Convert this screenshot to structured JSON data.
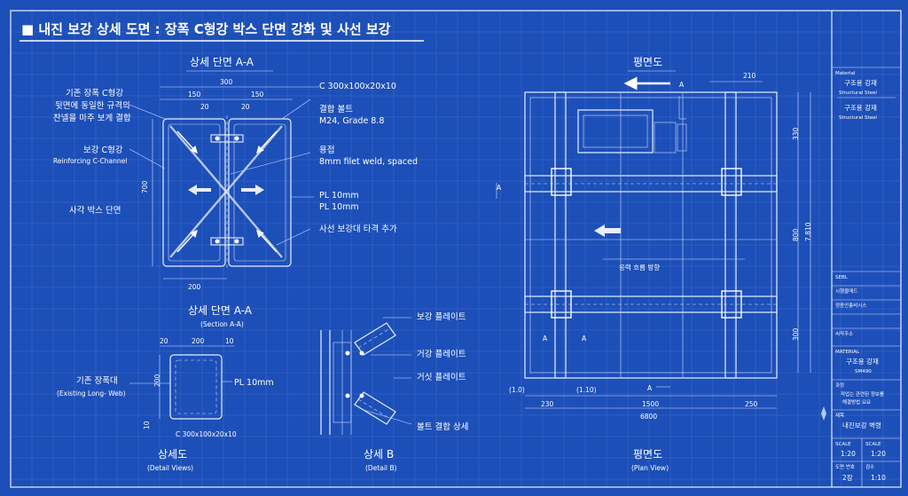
{
  "header": {
    "title": "■ 내진 보강 상세 도면 : 장폭 C형강 박스 단면 강화 및 사선 보강"
  },
  "section_main": {
    "title": "상세 단면 A-A",
    "dims": {
      "overall": "300",
      "left": "150",
      "right": "150",
      "gap_l": "20",
      "gap_r": "20",
      "height": "700",
      "bottom": "200"
    },
    "labels": {
      "existing": [
        "기존 장폭 C형강",
        "뒷면에 동일한 규격의",
        "찬넬을 마주 보게 결합"
      ],
      "reinforcing": [
        "보강 C형강",
        "Reinforcing C-Channel"
      ],
      "box": "사각 박스 단면",
      "channel_spec": "C 300x100x20x10",
      "bolt": [
        "결합 볼트",
        "M24, Grade 8.8"
      ],
      "weld": [
        "용접",
        "8mm filet weld, spaced"
      ],
      "plate": [
        "PL 10mm",
        "PL 10mm"
      ],
      "diagonal": "사선 보강대 타격 추가"
    }
  },
  "section_small": {
    "title": "상세 단면 A-A",
    "subtitle": "(Section A-A)",
    "dims": {
      "a": "20",
      "b": "200",
      "c": "10",
      "height": "200",
      "base": "10"
    },
    "labels": {
      "existing": [
        "기존 장폭대",
        "(Existing Long- Web)"
      ],
      "plate": "PL 10mm",
      "channel": "C 300x100x20x10"
    },
    "caption": "상세도",
    "caption_en": "(Detail Views)"
  },
  "detail_b": {
    "labels": [
      "보강 플레이트",
      "거강 플레이트",
      "거싯 플레이트",
      "볼트 결합 상세"
    ],
    "caption": "상세 B",
    "caption_en": "(Detail B)"
  },
  "plan": {
    "title": "평면도",
    "caption": "평면도",
    "caption_en": "(Plan View)",
    "marker": "A",
    "dims": {
      "top": "210",
      "r1": "330",
      "r2": "800",
      "r3": "7,810",
      "r4": "300",
      "b1": "230",
      "b2": "1500",
      "b3": "250",
      "total": "6800",
      "p1": "(1.0)",
      "p2": "(1.10)"
    },
    "flow": "응력 흐름 방향"
  },
  "title_block": {
    "material_label": "Material",
    "material_1": "구조용 강재",
    "material_1_en": "Structural Steel",
    "material_2": "구조용 강재",
    "material_2_en": "Structural Steel",
    "rows": [
      "SEBL",
      "시행물매드",
      "정종안총비시스",
      "",
      "씨작주소"
    ],
    "material2_label": "MATERIAL",
    "material2_value": "구조용 강재",
    "material2_grade": "SM490",
    "note_label": "과정",
    "note": [
      "작업는 관련된 정보를",
      "해결방법 요요"
    ],
    "project_label": "제목",
    "project": "내진보강 벽령",
    "scale_label_1": "SCALE",
    "scale_label_2": "SCALE",
    "scale_1": "1:20",
    "scale_2": "1:20",
    "sheet_label_1": "도면 번호",
    "sheet_label_2": "검수",
    "sheet_1": "2장",
    "sheet_2": "1:10"
  }
}
